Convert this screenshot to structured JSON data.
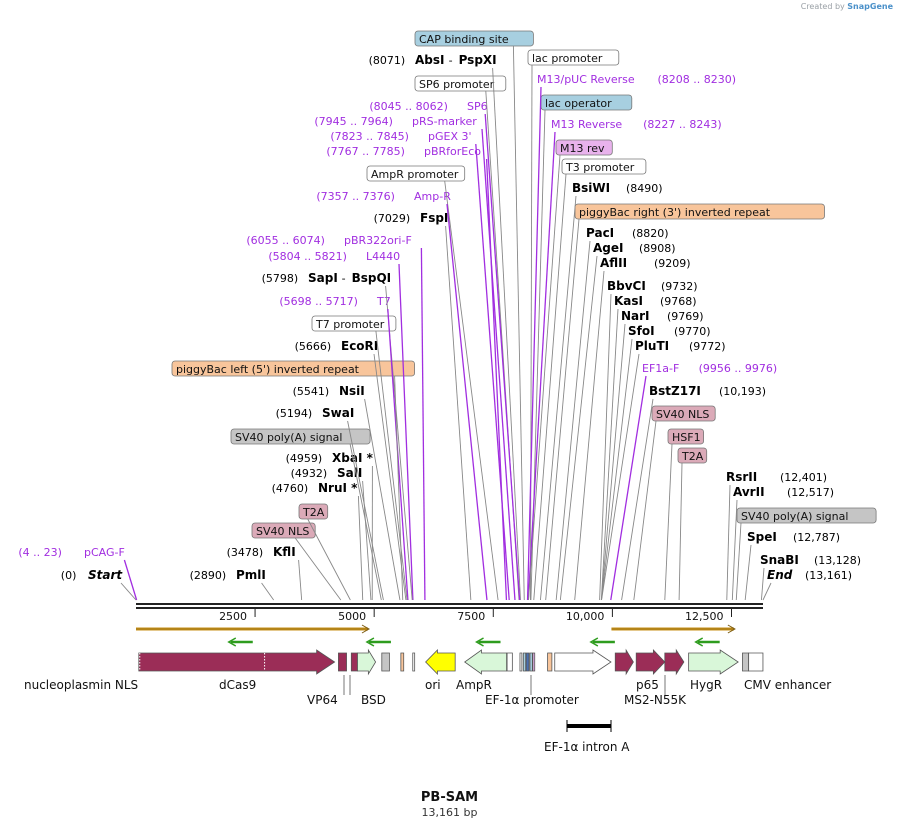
{
  "credit": {
    "prefix": "Created by",
    "brand": "SnapGene"
  },
  "plasmid": {
    "name": "PB-SAM",
    "length_label": "13,161 bp",
    "length": 13161
  },
  "colors": {
    "enzyme": "#000000",
    "primer": "#a12ee0",
    "backbone": "#222222",
    "maroon": "#9b2d57",
    "light_green": "#d9f7d9",
    "yellow": "#ffff00",
    "blue_box": "#a7cfe0",
    "orange_box": "#f8c59b",
    "pink_box": "#dbaab8",
    "gray_box": "#c5c5c5",
    "violet_box": "#e8b2ec",
    "orf_arrow": "#2e9c1e",
    "orf_line": "#c8911a"
  },
  "scale": {
    "start": 1,
    "end": 13161,
    "ticks": [
      {
        "pos": 2500,
        "label": "2500"
      },
      {
        "pos": 5000,
        "label": "5000"
      },
      {
        "pos": 7500,
        "label": "7500"
      },
      {
        "pos": 10000,
        "label": "10,000"
      },
      {
        "pos": 12500,
        "label": "12,500"
      }
    ]
  },
  "labels": [
    {
      "kind": "box",
      "text": "CAP binding site",
      "fill": "#a7cfe0",
      "pos": 8150
    },
    {
      "kind": "enzyme",
      "coord": "(8071)",
      "name": "AbsI",
      "name2": "PspXI",
      "pos": 8071
    },
    {
      "kind": "box",
      "text": "SP6 promoter",
      "fill": "#ffffff",
      "pos": 8040
    },
    {
      "kind": "primer",
      "coord": "(8045 .. 8062)",
      "name": "SP6",
      "pos": 8053
    },
    {
      "kind": "primer",
      "coord": "(7945 .. 7964)",
      "name": "pRS-marker",
      "pos": 7955
    },
    {
      "kind": "primer",
      "coord": "(7823 .. 7845)",
      "name": "pGEX 3'",
      "pos": 7834
    },
    {
      "kind": "primer",
      "coord": "(7767 .. 7785)",
      "name": "pBRforEco",
      "pos": 7776
    },
    {
      "kind": "box",
      "text": "AmpR promoter",
      "fill": "#ffffff",
      "pos": 7600
    },
    {
      "kind": "primer",
      "coord": "(7357 .. 7376)",
      "name": "Amp-R",
      "pos": 7367
    },
    {
      "kind": "enzyme",
      "coord": "(7029)",
      "name": "FspI",
      "pos": 7029
    },
    {
      "kind": "primer",
      "coord": "(6055 .. 6074)",
      "name": "pBR322ori-F",
      "pos": 6065
    },
    {
      "kind": "primer",
      "coord": "(5804 .. 5821)",
      "name": "L4440",
      "pos": 5813
    },
    {
      "kind": "enzyme",
      "coord": "(5798)",
      "name": "SapI",
      "name2": "BspQI",
      "pos": 5798
    },
    {
      "kind": "primer",
      "coord": "(5698 .. 5717)",
      "name": "T7",
      "pos": 5708
    },
    {
      "kind": "box",
      "text": "T7 promoter",
      "fill": "#ffffff",
      "pos": 5690
    },
    {
      "kind": "enzyme",
      "coord": "(5666)",
      "name": "EcoRI",
      "pos": 5666
    },
    {
      "kind": "box",
      "text": "piggyBac left (5') inverted repeat",
      "fill": "#f8c59b",
      "pos": 5600
    },
    {
      "kind": "enzyme",
      "coord": "(5541)",
      "name": "NsiI",
      "pos": 5541
    },
    {
      "kind": "enzyme",
      "coord": "(5194)",
      "name": "SwaI",
      "pos": 5194
    },
    {
      "kind": "box",
      "text": "SV40 poly(A) signal",
      "fill": "#c5c5c5",
      "pos": 5150
    },
    {
      "kind": "enzyme",
      "coord": "(4959)",
      "name": "XbaI *",
      "pos": 4959
    },
    {
      "kind": "enzyme",
      "coord": "(4932)",
      "name": "SalI",
      "pos": 4932
    },
    {
      "kind": "enzyme",
      "coord": "(4760)",
      "name": "NruI *",
      "pos": 4760
    },
    {
      "kind": "box",
      "text": "T2A",
      "fill": "#dbaab8",
      "pos": 4500
    },
    {
      "kind": "box",
      "text": "SV40 NLS",
      "fill": "#dbaab8",
      "pos": 4300
    },
    {
      "kind": "enzyme",
      "coord": "(3478)",
      "name": "KflI",
      "pos": 3478
    },
    {
      "kind": "primer",
      "coord": "(4 .. 23)",
      "name": "pCAG-F",
      "pos": 14
    },
    {
      "kind": "enzyme",
      "coord": "(2890)",
      "name": "PmlI",
      "pos": 2890
    },
    {
      "kind": "enzyme",
      "coord": "(0)",
      "name": "Start",
      "italic": true,
      "pos": 1
    },
    {
      "kind": "box",
      "text": "lac promoter",
      "fill": "#ffffff",
      "pos": 8280
    },
    {
      "kind": "primer",
      "name": "M13/pUC Reverse",
      "coord": "(8208 .. 8230)",
      "pos": 8219
    },
    {
      "kind": "box",
      "text": "lac operator",
      "fill": "#a7cfe0",
      "pos": 8290
    },
    {
      "kind": "primer",
      "name": "M13 Reverse",
      "coord": "(8227 .. 8243)",
      "pos": 8235
    },
    {
      "kind": "box",
      "text": "M13 rev",
      "fill": "#e8b2ec",
      "pos": 8240
    },
    {
      "kind": "box",
      "text": "T3 promoter",
      "fill": "#ffffff",
      "pos": 8350
    },
    {
      "kind": "enzyme",
      "name": "BsiWI",
      "coord": "(8490)",
      "pos": 8490
    },
    {
      "kind": "box",
      "text": "piggyBac right (3') inverted repeat",
      "fill": "#f8c59b",
      "pos": 8600
    },
    {
      "kind": "enzyme",
      "name": "PacI",
      "coord": "(8820)",
      "pos": 8820
    },
    {
      "kind": "enzyme",
      "name": "AgeI",
      "coord": "(8908)",
      "pos": 8908
    },
    {
      "kind": "enzyme",
      "name": "AflII",
      "coord": "(9209)",
      "pos": 9209
    },
    {
      "kind": "enzyme",
      "name": "BbvCI",
      "coord": "(9732)",
      "pos": 9732
    },
    {
      "kind": "enzyme",
      "name": "KasI",
      "coord": "(9768)",
      "pos": 9768
    },
    {
      "kind": "enzyme",
      "name": "NarI",
      "coord": "(9769)",
      "pos": 9769
    },
    {
      "kind": "enzyme",
      "name": "SfoI",
      "coord": "(9770)",
      "pos": 9770
    },
    {
      "kind": "enzyme",
      "name": "PluTI",
      "coord": "(9772)",
      "pos": 9772
    },
    {
      "kind": "primer",
      "name": "EF1a-F",
      "coord": "(9956 .. 9976)",
      "pos": 9966
    },
    {
      "kind": "enzyme",
      "name": "BstZ17I",
      "coord": "(10,193)",
      "pos": 10193
    },
    {
      "kind": "box",
      "text": "SV40 NLS",
      "fill": "#dbaab8",
      "pos": 10450
    },
    {
      "kind": "box",
      "text": "HSF1",
      "fill": "#dbaab8",
      "pos": 11100
    },
    {
      "kind": "box",
      "text": "T2A",
      "fill": "#dbaab8",
      "pos": 11400
    },
    {
      "kind": "enzyme",
      "name": "RsrII",
      "coord": "(12,401)",
      "pos": 12401
    },
    {
      "kind": "enzyme",
      "name": "AvrII",
      "coord": "(12,517)",
      "pos": 12517
    },
    {
      "kind": "box",
      "text": "SV40 poly(A) signal",
      "fill": "#c5c5c5",
      "pos": 12600
    },
    {
      "kind": "enzyme",
      "name": "SpeI",
      "coord": "(12,787)",
      "pos": 12787
    },
    {
      "kind": "enzyme",
      "name": "SnaBI",
      "coord": "(13,128)",
      "pos": 13128
    },
    {
      "kind": "enzyme",
      "name": "End",
      "italic": true,
      "coord": "(13,161)",
      "pos": 13161
    }
  ],
  "orfs": [
    {
      "start": 1,
      "end": 4870,
      "dir": "fwd"
    },
    {
      "start": 9980,
      "end": 12550,
      "dir": "fwd"
    }
  ],
  "small_orf_arrows": [
    {
      "pos": 2200,
      "dir": "rev"
    },
    {
      "pos": 5100,
      "dir": "rev"
    },
    {
      "pos": 7400,
      "dir": "rev"
    },
    {
      "pos": 9800,
      "dir": "rev"
    },
    {
      "pos": 12000,
      "dir": "rev"
    }
  ],
  "features": [
    {
      "start": 60,
      "end": 4170,
      "dir": "fwd",
      "fill": "#9b2d57",
      "dashes": [
        80,
        2700
      ]
    },
    {
      "start": 4250,
      "end": 4420,
      "dir": "fwd",
      "fill": "#9b2d57"
    },
    {
      "start": 4520,
      "end": 4650,
      "dir": "none",
      "fill": "#9b2d57"
    },
    {
      "start": 4650,
      "end": 5030,
      "dir": "fwd",
      "fill": "#d9f7d9"
    },
    {
      "start": 5160,
      "end": 5320,
      "dir": "none",
      "fill": "#c5c5c5"
    },
    {
      "start": 5560,
      "end": 5620,
      "dir": "none",
      "fill": "#f8c59b"
    },
    {
      "start": 5810,
      "end": 5850,
      "dir": "none",
      "fill": "#ffffff"
    },
    {
      "start": 6080,
      "end": 6700,
      "dir": "rev",
      "fill": "#ffff00"
    },
    {
      "start": 6900,
      "end": 7780,
      "dir": "rev",
      "fill": "#d9f7d9"
    },
    {
      "start": 7790,
      "end": 7900,
      "dir": "none",
      "fill": "#ffffff"
    },
    {
      "start": 8060,
      "end": 8100,
      "dir": "none",
      "fill": "#ffffff"
    },
    {
      "start": 8130,
      "end": 8180,
      "dir": "none",
      "fill": "#a7cfe0"
    },
    {
      "start": 8190,
      "end": 8250,
      "dir": "none",
      "fill": "#4a6fb0"
    },
    {
      "start": 8270,
      "end": 8320,
      "dir": "none",
      "fill": "#a7cfe0"
    },
    {
      "start": 8330,
      "end": 8370,
      "dir": "none",
      "fill": "#e8b2ec"
    },
    {
      "start": 8640,
      "end": 8730,
      "dir": "none",
      "fill": "#f8c59b"
    },
    {
      "start": 8790,
      "end": 9970,
      "dir": "fwd",
      "fill": "#ffffff"
    },
    {
      "start": 10060,
      "end": 10440,
      "dir": "fwd",
      "fill": "#9b2d57"
    },
    {
      "start": 10500,
      "end": 11100,
      "dir": "fwd",
      "fill": "#9b2d57"
    },
    {
      "start": 11100,
      "end": 11500,
      "dir": "fwd",
      "fill": "#9b2d57"
    },
    {
      "start": 11600,
      "end": 12640,
      "dir": "fwd",
      "fill": "#d9f7d9"
    },
    {
      "start": 12730,
      "end": 12860,
      "dir": "none",
      "fill": "#c5c5c5"
    },
    {
      "start": 12860,
      "end": 13160,
      "dir": "none",
      "fill": "#ffffff"
    }
  ],
  "feature_labels": [
    {
      "text": "nucleoplasmin NLS",
      "pos": 60
    },
    {
      "text": "dCas9",
      "pos": 2100
    },
    {
      "text": "VP64",
      "pos": 4300
    },
    {
      "text": "BSD",
      "pos": 4850
    },
    {
      "text": "ori",
      "pos": 6300
    },
    {
      "text": "AmpR",
      "pos": 7300
    },
    {
      "text": "EF-1α promoter",
      "pos": 8330
    },
    {
      "text": "p65",
      "pos": 10600
    },
    {
      "text": "MS2-N55K",
      "pos": 11150
    },
    {
      "text": "HygR",
      "pos": 12000
    },
    {
      "text": "CMV enhancer",
      "pos": 12900
    }
  ],
  "intron": {
    "text": "EF-1α intron A",
    "start": 9170,
    "end": 10100
  }
}
